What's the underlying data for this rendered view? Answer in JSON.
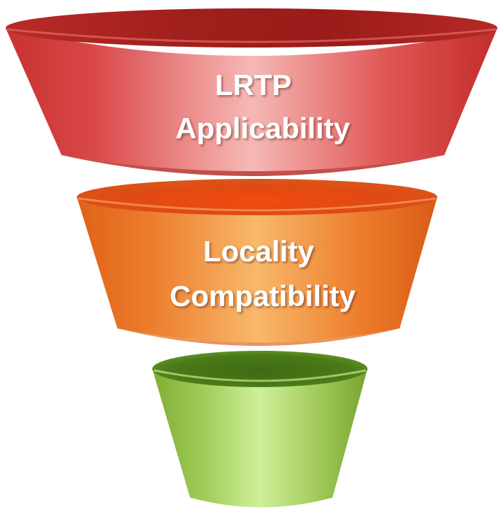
{
  "funnel": {
    "stages": [
      {
        "lines": [
          "LRTP",
          "Applicability"
        ],
        "color": "#d8443c"
      },
      {
        "lines": [
          "Locality",
          "Compatibility"
        ],
        "color": "#ee7a25"
      },
      {
        "lines": [],
        "color": "#9cc94d"
      }
    ]
  }
}
